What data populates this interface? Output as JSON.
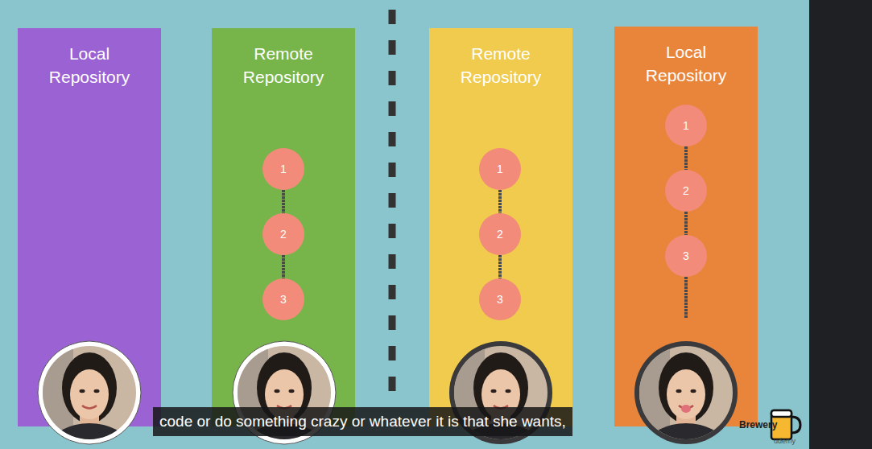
{
  "diagram": {
    "caption": "code or do something crazy or whatever it is that she wants,",
    "nodes": [
      {
        "text": [
          "Local Repository"
        ]
      },
      {
        "text": [
          "Remote Repository"
        ]
      },
      {
        "text": [
          "1"
        ],
        "in": 1
      },
      {
        "text": [
          "2"
        ],
        "in": 1
      },
      {
        "text": [
          "3"
        ],
        "in": 1
      },
      {
        "text": [
          "Remote Repository"
        ]
      },
      {
        "text": [
          "1"
        ],
        "in": 5
      },
      {
        "text": [
          "2"
        ],
        "in": 5
      },
      {
        "text": [
          "3"
        ],
        "in": 5
      },
      {
        "text": [
          "Local Repository"
        ]
      },
      {
        "text": [
          "1"
        ],
        "in": 9
      },
      {
        "text": [
          "2"
        ],
        "in": 9
      },
      {
        "text": [
          "3"
        ],
        "in": 9
      }
    ],
    "edges": [
      {
        "from": 2,
        "to": 3,
        "arrow": "none"
      },
      {
        "from": 3,
        "to": 4,
        "arrow": "none"
      },
      {
        "from": 6,
        "to": 7,
        "arrow": "none"
      },
      {
        "from": 7,
        "to": 8,
        "arrow": "none"
      },
      {
        "from": 10,
        "to": 11,
        "arrow": "none"
      },
      {
        "from": 11,
        "to": 12,
        "arrow": "none"
      }
    ],
    "labels": [
      "Brewery",
      "udemy"
    ]
  }
}
